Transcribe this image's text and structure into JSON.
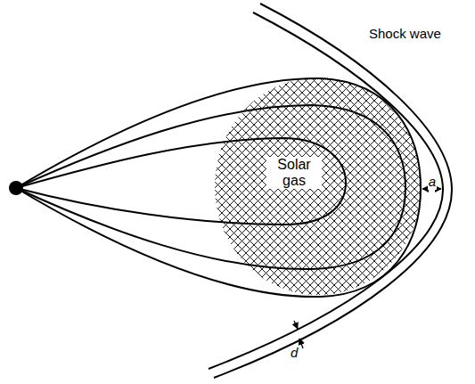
{
  "diagram": {
    "nodes": [
      {
        "text": [
          "Solar gas"
        ]
      }
    ],
    "labels": [
      "Shock wave",
      "a",
      "d"
    ]
  }
}
